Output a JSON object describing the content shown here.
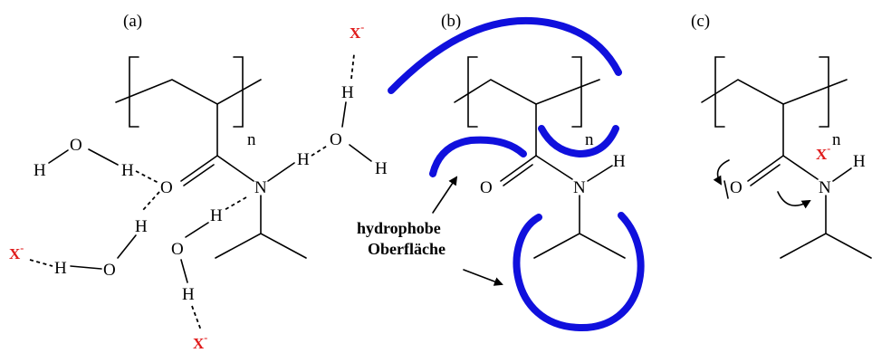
{
  "panels": {
    "a": {
      "label": "(a)"
    },
    "b": {
      "label": "(b)"
    },
    "c": {
      "label": "(c)"
    }
  },
  "atoms": {
    "O": "O",
    "N": "N",
    "H": "H",
    "n": "n"
  },
  "ion": {
    "base": "X",
    "charge": "-"
  },
  "annotation": {
    "line1": "hydrophobe",
    "line2": "Oberfläche"
  },
  "colors": {
    "hydrophobic_arc": "#1010dd",
    "ion": "#e01b1b",
    "structure": "#000000"
  }
}
